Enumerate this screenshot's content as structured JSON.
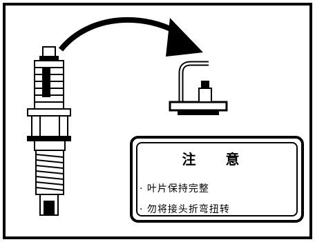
{
  "caution": {
    "title": "注 意",
    "lines": [
      "· 叶片保持完整",
      "· 勿将接头折弯扭转"
    ]
  },
  "icons": {
    "spark_plug": "spark-plug-icon",
    "arrow": "curved-arrow-icon",
    "connector": "plug-connector-icon"
  },
  "colors": {
    "ink": "#000000",
    "paper": "#ffffff"
  }
}
